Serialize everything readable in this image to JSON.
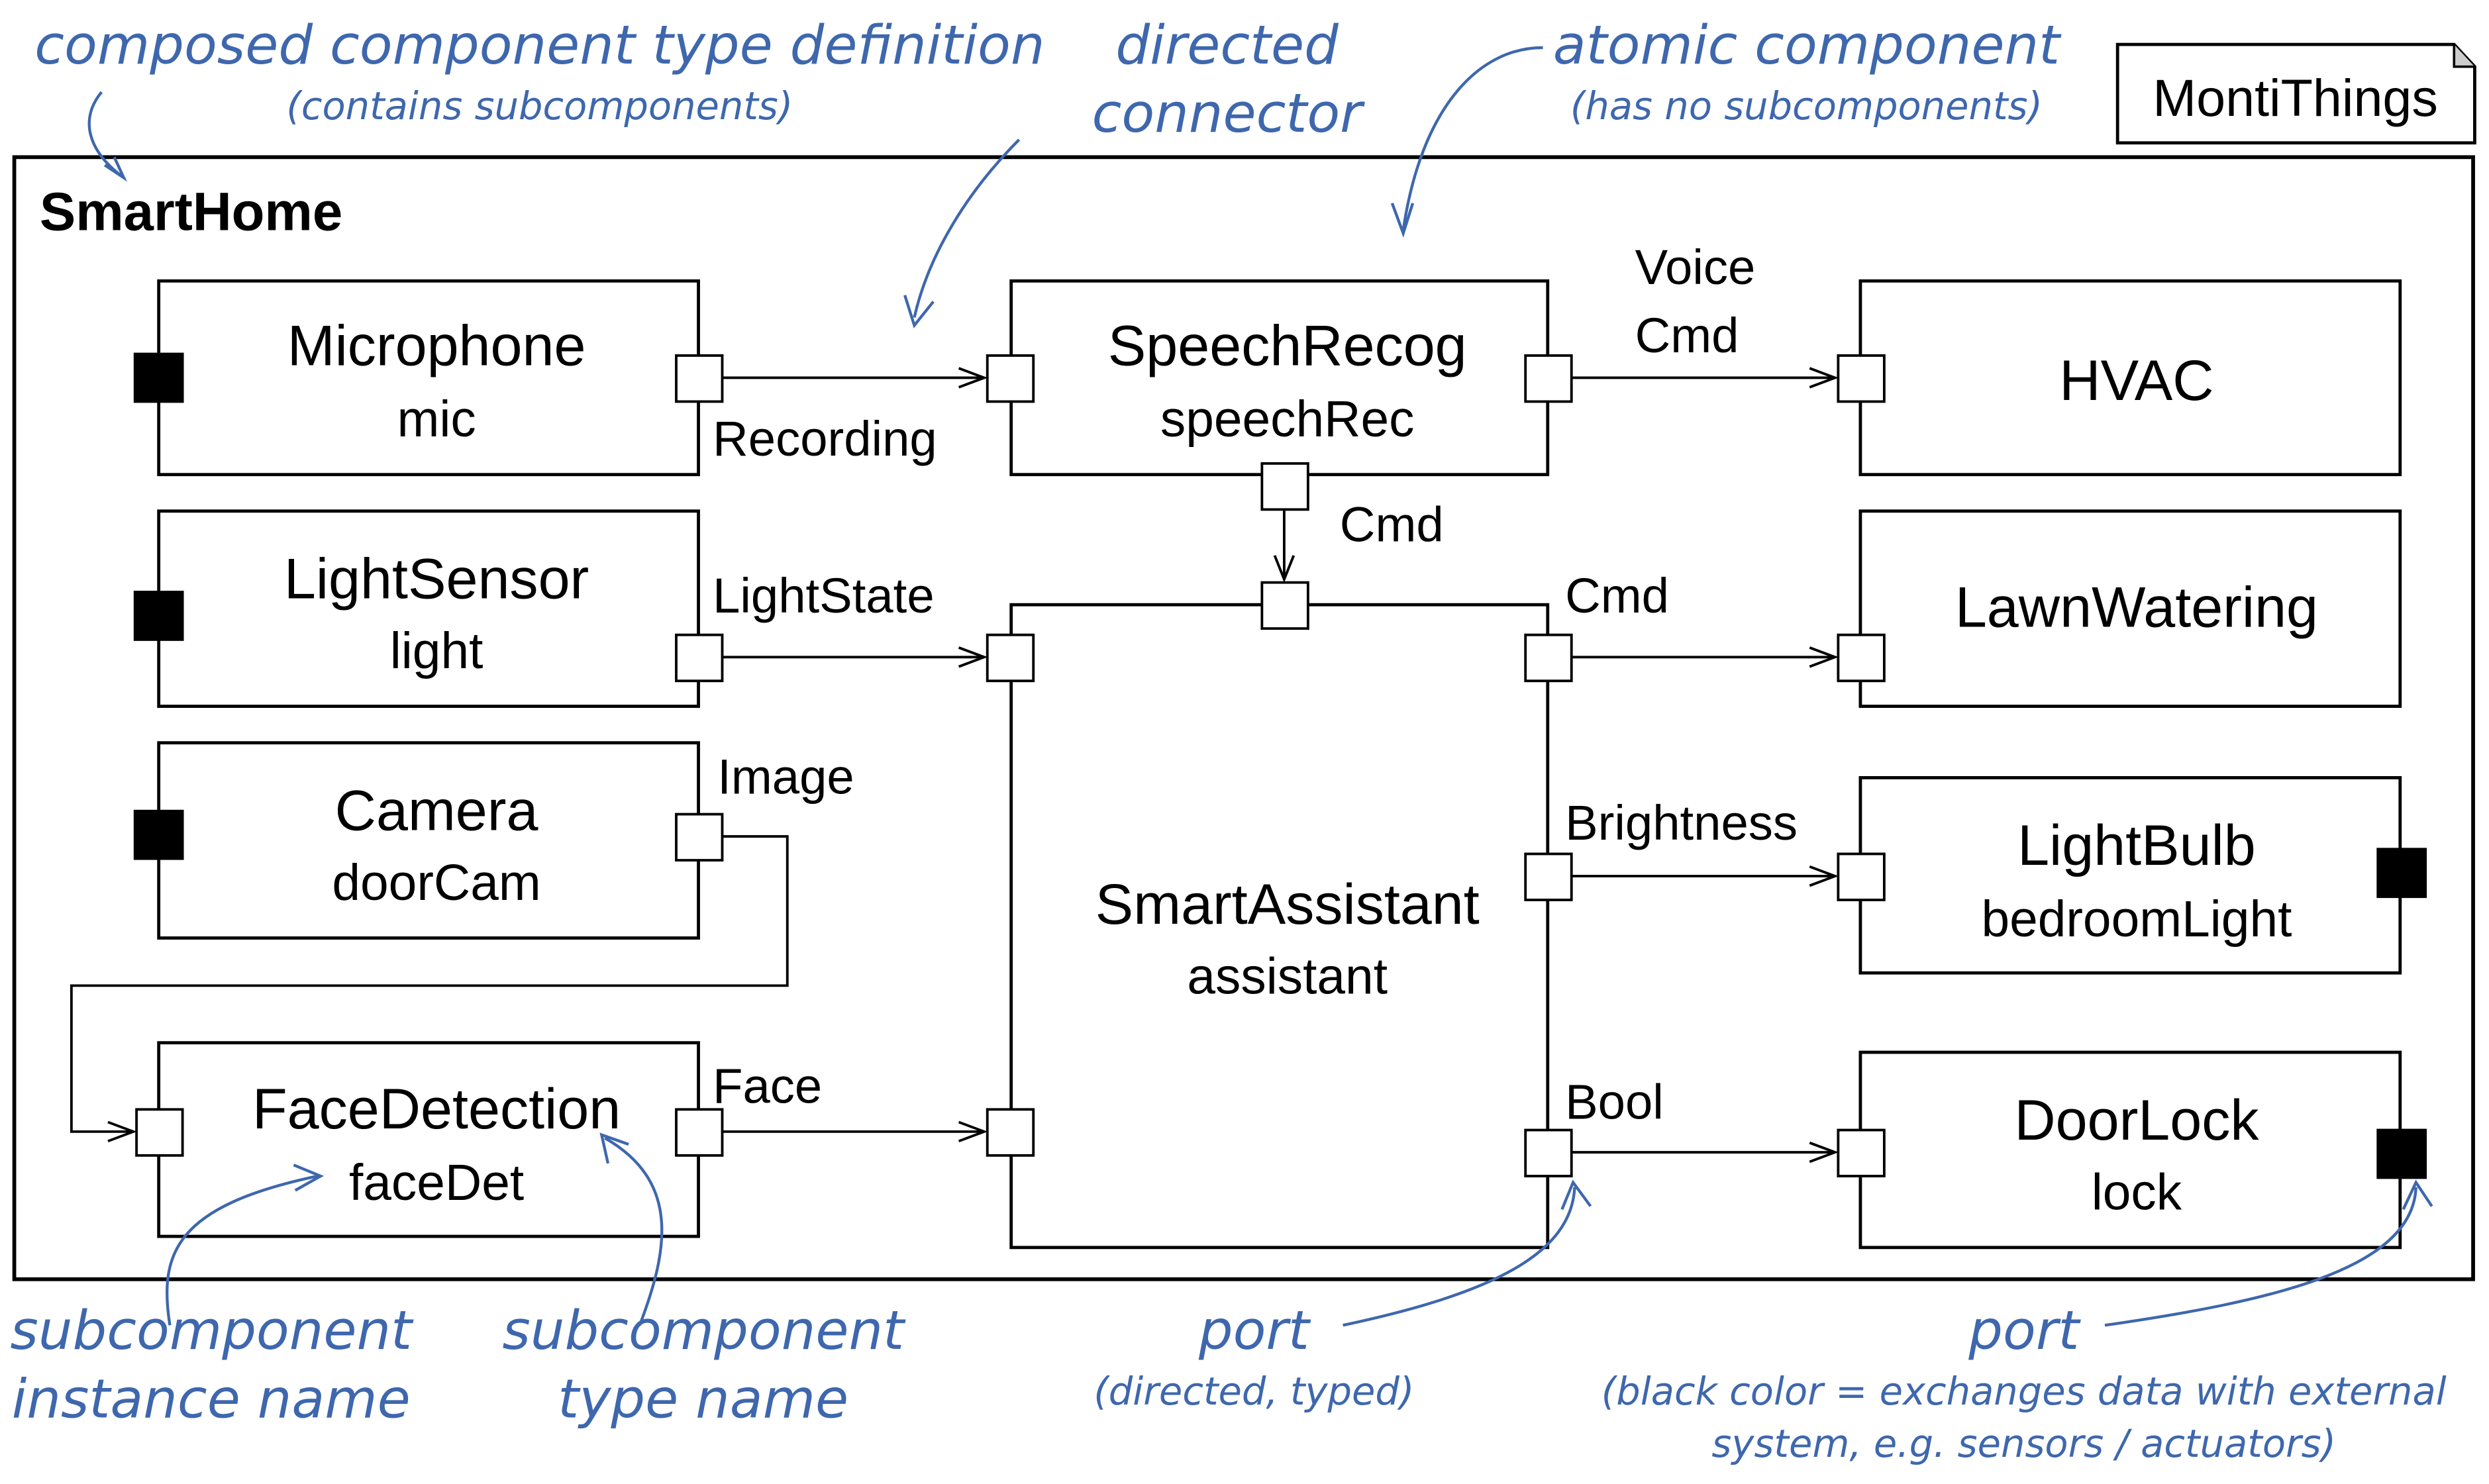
{
  "colors": {
    "annotation": "#3e67ad",
    "line": "#000000",
    "external_port": "#000000"
  },
  "tag": "MontiThings",
  "composed": {
    "name": "SmartHome"
  },
  "components": [
    {
      "id": "microphone",
      "type": "Microphone",
      "instance": "mic"
    },
    {
      "id": "lightsensor",
      "type": "LightSensor",
      "instance": "light"
    },
    {
      "id": "camera",
      "type": "Camera",
      "instance": "doorCam"
    },
    {
      "id": "facedetection",
      "type": "FaceDetection",
      "instance": "faceDet"
    },
    {
      "id": "speechrecog",
      "type": "SpeechRecog",
      "instance": "speechRec"
    },
    {
      "id": "smartassistant",
      "type": "SmartAssistant",
      "instance": "assistant"
    },
    {
      "id": "hvac",
      "type": "HVAC",
      "instance": ""
    },
    {
      "id": "lawnwatering",
      "type": "LawnWatering",
      "instance": ""
    },
    {
      "id": "lightbulb",
      "type": "LightBulb",
      "instance": "bedroomLight"
    },
    {
      "id": "doorlock",
      "type": "DoorLock",
      "instance": "lock"
    }
  ],
  "connectors": [
    {
      "from": "mic",
      "to": "speechRec",
      "label": "Recording"
    },
    {
      "from": "speechRec",
      "to": "hvac",
      "label_line1": "Voice",
      "label_line2": "Cmd"
    },
    {
      "from": "speechRec",
      "to": "assistant",
      "label": "Cmd"
    },
    {
      "from": "light",
      "to": "assistant",
      "label": "LightState"
    },
    {
      "from": "doorCam",
      "to": "faceDet",
      "label": "Image"
    },
    {
      "from": "faceDet",
      "to": "assistant",
      "label": "Face"
    },
    {
      "from": "assistant",
      "to": "lawnWatering",
      "label": "Cmd"
    },
    {
      "from": "assistant",
      "to": "bedroomLight",
      "label": "Brightness"
    },
    {
      "from": "assistant",
      "to": "lock",
      "label": "Bool"
    }
  ],
  "annotations": {
    "composed_title": "composed component type definition",
    "composed_sub": "(contains subcomponents)",
    "directed_1": "directed",
    "directed_2": "connector",
    "atomic_title": "atomic component",
    "atomic_sub": "(has no subcomponents)",
    "instance_1": "subcomponent",
    "instance_2": "instance name",
    "typename_1": "subcomponent",
    "typename_2": "type name",
    "port1_title": "port",
    "port1_sub": "(directed, typed)",
    "port2_title": "port",
    "port2_sub1": "(black color = exchanges data with external",
    "port2_sub2": "system, e.g. sensors / actuators)"
  }
}
